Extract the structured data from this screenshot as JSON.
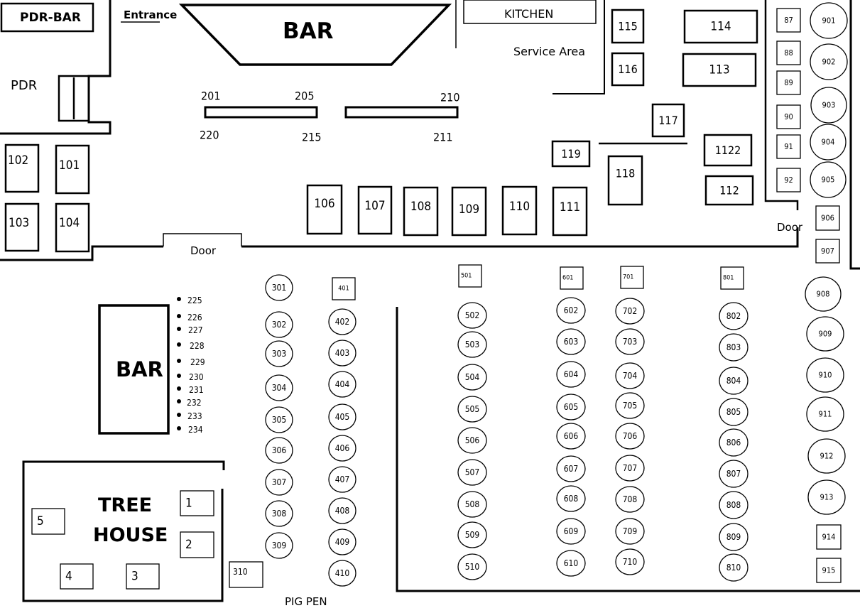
{
  "labels": {
    "pdr_bar": "PDR-BAR",
    "entrance": "Entrance",
    "pdr": "PDR",
    "bar_top": "BAR",
    "kitchen": "KITCHEN",
    "service_area": "Service Area",
    "door_left": "Door",
    "door_right": "Door",
    "bar_left": "BAR",
    "tree": "TREE",
    "house": "HOUSE",
    "pig_pen": "PIG PEN"
  },
  "bar_seats": {
    "top_numbers": [
      "201",
      "205",
      "210",
      "220",
      "215",
      "211"
    ],
    "side_numbers": [
      "225",
      "226",
      "227",
      "228",
      "229",
      "230",
      "231",
      "232",
      "233",
      "234"
    ]
  },
  "tables": {
    "hall_squares": [
      "115",
      "114",
      "116",
      "113",
      "117",
      "119",
      "1122",
      "118",
      "112",
      "106",
      "107",
      "108",
      "109",
      "110",
      "111"
    ],
    "pdr_tables": [
      "102",
      "101",
      "103",
      "104"
    ],
    "right_column_squares": [
      "87",
      "88",
      "89",
      "90",
      "91",
      "92",
      "906",
      "907",
      "914",
      "915"
    ],
    "right_column_rounds": [
      "901",
      "902",
      "903",
      "904",
      "905",
      "908",
      "909",
      "910",
      "911",
      "912",
      "913"
    ],
    "tree_house": [
      "1",
      "2",
      "3",
      "4",
      "5"
    ],
    "pig_pen_square": [
      "310"
    ],
    "row_300": [
      "301",
      "302",
      "303",
      "304",
      "305",
      "306",
      "307",
      "308",
      "309"
    ],
    "row_400_square": [
      "401"
    ],
    "row_400": [
      "402",
      "403",
      "404",
      "405",
      "406",
      "407",
      "408",
      "409",
      "410"
    ],
    "patio_squares": [
      "501",
      "601",
      "701",
      "801"
    ],
    "row_500": [
      "502",
      "503",
      "504",
      "505",
      "506",
      "507",
      "508",
      "509",
      "510"
    ],
    "row_600": [
      "602",
      "603",
      "604",
      "605",
      "606",
      "607",
      "608",
      "609",
      "610"
    ],
    "row_700": [
      "702",
      "703",
      "704",
      "705",
      "706",
      "707",
      "708",
      "709",
      "710"
    ],
    "row_800": [
      "802",
      "803",
      "804",
      "805",
      "806",
      "807",
      "808",
      "809",
      "810"
    ]
  }
}
